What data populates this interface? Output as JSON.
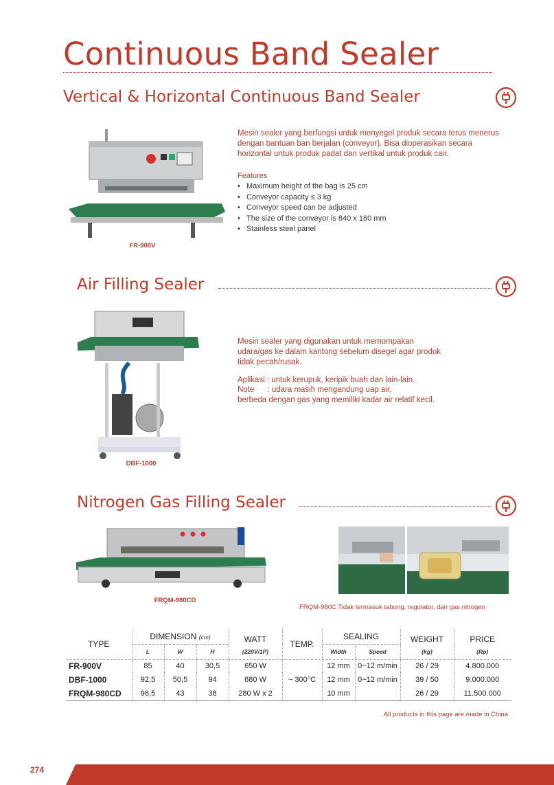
{
  "page": {
    "title": "Continuous Band Sealer",
    "page_number": "274",
    "colors": {
      "accent": "#c0392b"
    }
  },
  "sections": [
    {
      "title": "Vertical & Horizontal Continuous Band Sealer",
      "icon": "plug-icon",
      "description": "Mesin sealer yang berfungsi untuk menyegel produk secara terus menerus dengan bantuan ban berjalan (conveyor). Bisa dioperasikan secara horizontal untuk produk padat dan vertikal untuk produk cair.",
      "features_label": "Features",
      "features": [
        "Maximum height of the bag is 25 cm",
        "Conveyor capacity ≤ 3 kg",
        "Conveyor speed can be adjusted",
        "The size of the conveyor is 840 x 180 mm",
        "Stainless steel panel"
      ],
      "image_caption": "FR-900V"
    },
    {
      "title": "Air Filling Sealer",
      "icon": "plug-icon",
      "description": "Mesin sealer yang digunakan untuk memompakan udara/gas ke dalam kantong sebelum disegel agar produk tidak pecah/rusak.",
      "application": "Aplikasi : untuk kerupuk, keripik buah dan lain-lain.",
      "note_line1": "Note      : udara masih mengandung uap air,",
      "note_line2": "berbeda dengan gas yang memiliki kadar air relatif kecil.",
      "image_caption": "DBF-1000"
    },
    {
      "title": "Nitrogen Gas Filling Sealer",
      "icon": "plug-icon",
      "image_caption": "FRQM-980CD",
      "photo_note": "FRQM-980C Tidak termasuk tabung, regulator, dan gas nitrogen"
    }
  ],
  "table": {
    "headers": {
      "type": "TYPE",
      "dimension": "DIMENSION",
      "dimension_unit": "(cm)",
      "watt": "WATT",
      "watt_unit": "(220V/1P)",
      "temp": "TEMP.",
      "sealing": "SEALING",
      "weight": "WEIGHT",
      "weight_unit": "(kg)",
      "price": "PRICE",
      "price_unit": "(Rp)",
      "l": "L",
      "w": "W",
      "h": "H",
      "width": "Width",
      "speed": "Speed"
    },
    "temp_value": "~ 300°C",
    "rows": [
      {
        "type": "FR-900V",
        "l": "85",
        "w": "40",
        "h": "30,5",
        "watt": "650 W",
        "width": "12 mm",
        "speed": "0~12 m/min",
        "weight": "26 / 29",
        "price": "4.800.000"
      },
      {
        "type": "DBF-1000",
        "l": "92,5",
        "w": "50,5",
        "h": "94",
        "watt": "680 W",
        "width": "12 mm",
        "speed": "0~12 m/min",
        "weight": "39 / 50",
        "price": "9.000.000"
      },
      {
        "type": "FRQM-980CD",
        "l": "96,5",
        "w": "43",
        "h": "38",
        "watt": "280 W x 2",
        "width": "10 mm",
        "speed": "",
        "weight": "26 / 29",
        "price": "11.500.000"
      }
    ],
    "footnote": "All products in this page are made in China"
  }
}
